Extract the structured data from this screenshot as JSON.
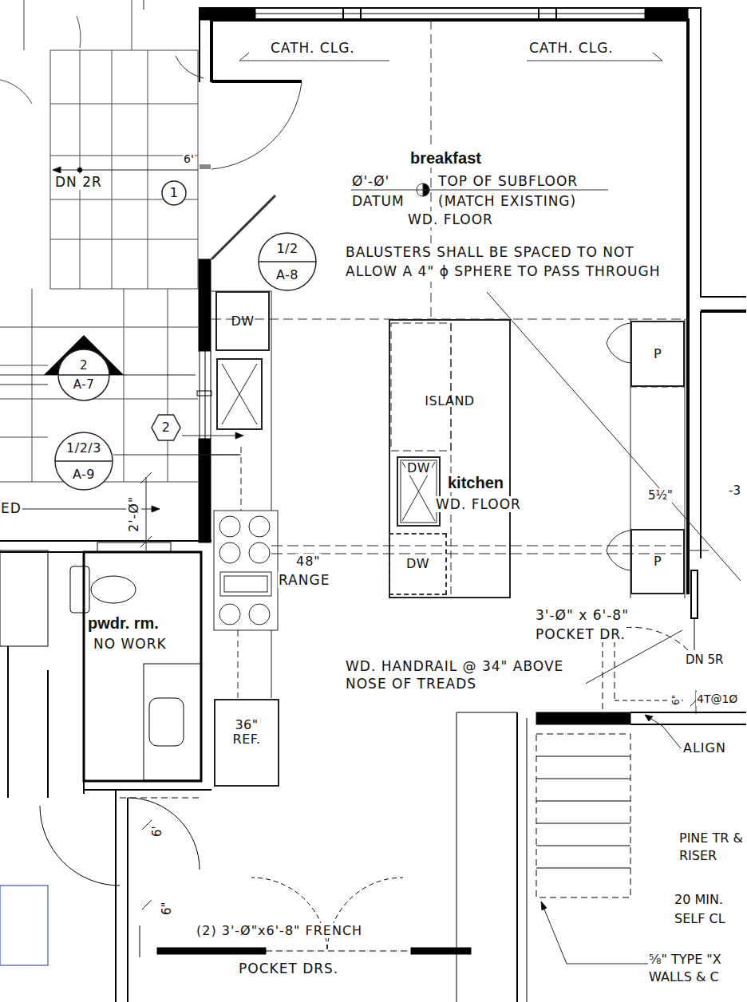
{
  "diagram": {
    "nodes": [
      {
        "text": [
          "1"
        ]
      },
      {
        "text": [
          "1/2",
          "A-8"
        ]
      },
      {
        "text": [
          "DW"
        ]
      },
      {
        "text": [
          "2",
          "A-7"
        ]
      },
      {
        "text": [
          "P"
        ]
      },
      {
        "text": [
          "ISLAND"
        ]
      },
      {
        "text": [
          "DW"
        ],
        "in": 5
      },
      {
        "text": [
          "DW"
        ],
        "in": 5
      },
      {
        "text": [
          "2"
        ]
      },
      {
        "text": [
          "1/2/3",
          "A-9"
        ]
      },
      {
        "text": [
          "P"
        ]
      },
      {
        "text": [
          "36\"",
          "REF."
        ]
      }
    ],
    "labels": [
      "CATH. CLG.",
      "CATH. CLG.",
      "breakfast",
      "Ø'-Ø'",
      "TOP OF SUBFLOOR",
      "DATUM",
      "(MATCH EXISTING)",
      "WD. FLOOR",
      "BALUSTERS SHALL BE SPACED TO NOT ALLOW A 4\" ϕ SPHERE TO PASS THROUGH",
      "DN 2R",
      "6'",
      "2'-Ø\"",
      "ED",
      "kitchen",
      "WD. FLOOR",
      "48\"",
      "RANGE",
      "pwdr. rm.",
      "NO WORK",
      "5½\"",
      "-3",
      "3'-Ø\" x 6'-8\"",
      "POCKET DR.",
      "WD. HANDRAIL @ 34\" ABOVE NOSE OF TREADS",
      "DN 5R",
      "4T@1Ø",
      "6\"",
      "ALIGN",
      "PINE TR & RISER",
      "20 MIN. SELF CL",
      "⅝\" TYPE \"X WALLS & C",
      "6'",
      "6\"",
      "(2) 3'-Ø\"x6'-8\" FRENCH",
      "POCKET DRS."
    ]
  }
}
